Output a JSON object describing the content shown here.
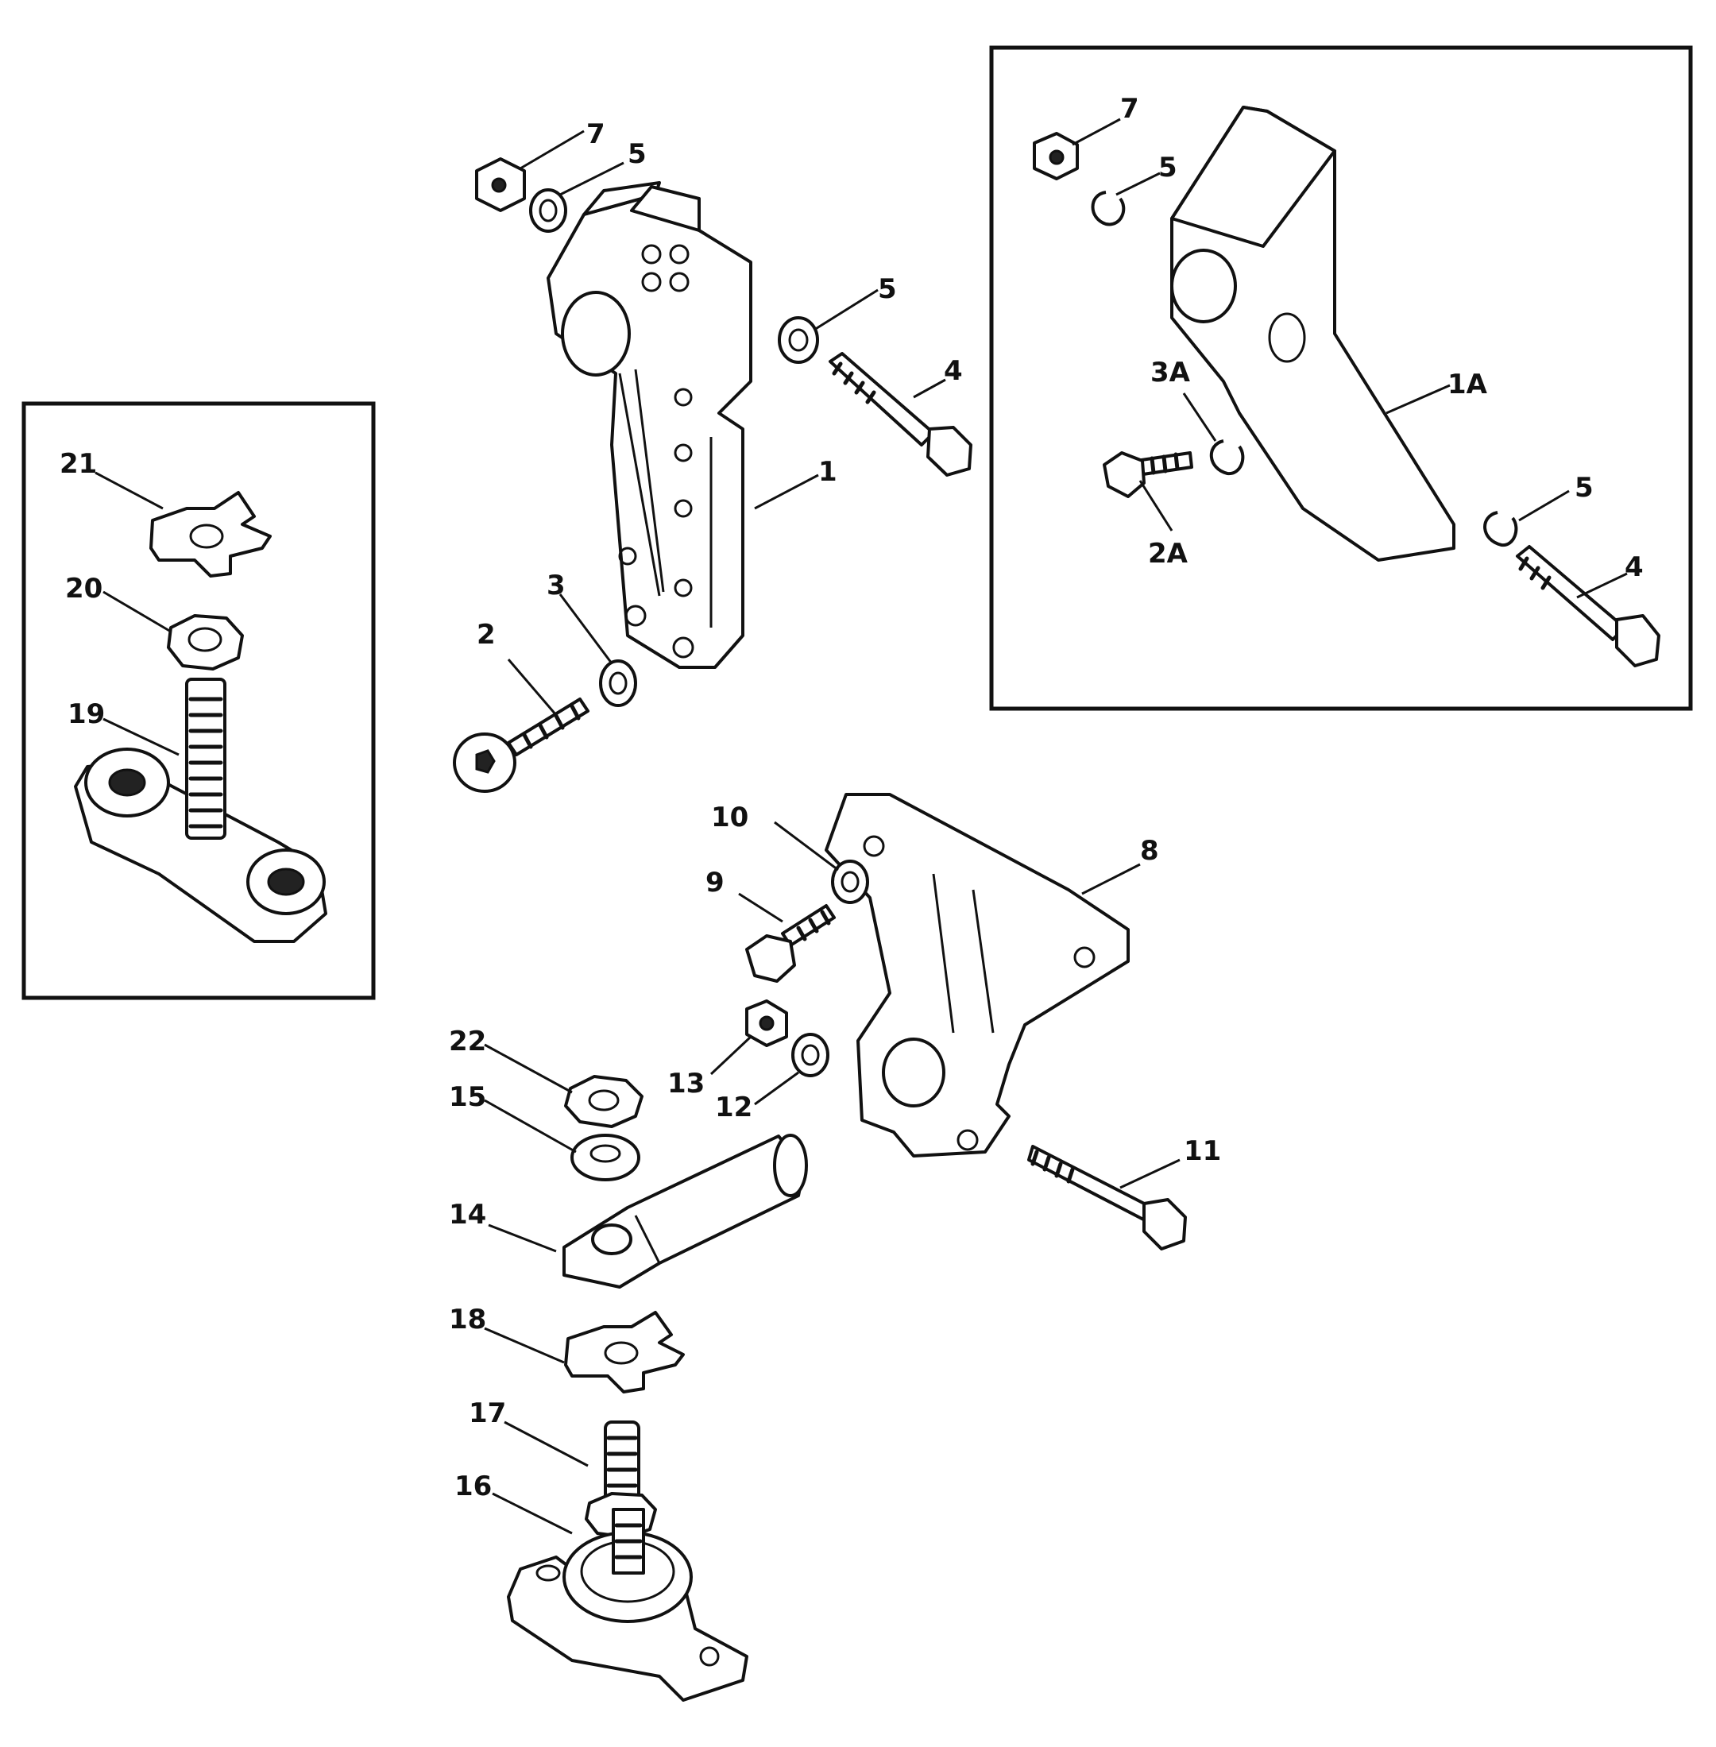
{
  "callouts": {
    "c1": "1",
    "c1a": "1A",
    "c2": "2",
    "c2a": "2A",
    "c3": "3",
    "c3a": "3A",
    "c4a": "4",
    "c4b": "4",
    "c5a": "5",
    "c5b": "5",
    "c5c": "5",
    "c5d": "5",
    "c7a": "7",
    "c7b": "7",
    "c8": "8",
    "c9": "9",
    "c10": "10",
    "c11": "11",
    "c12": "12",
    "c13": "13",
    "c14": "14",
    "c15": "15",
    "c16": "16",
    "c17": "17",
    "c18": "18",
    "c19": "19",
    "c20": "20",
    "c21": "21",
    "c22": "22"
  }
}
